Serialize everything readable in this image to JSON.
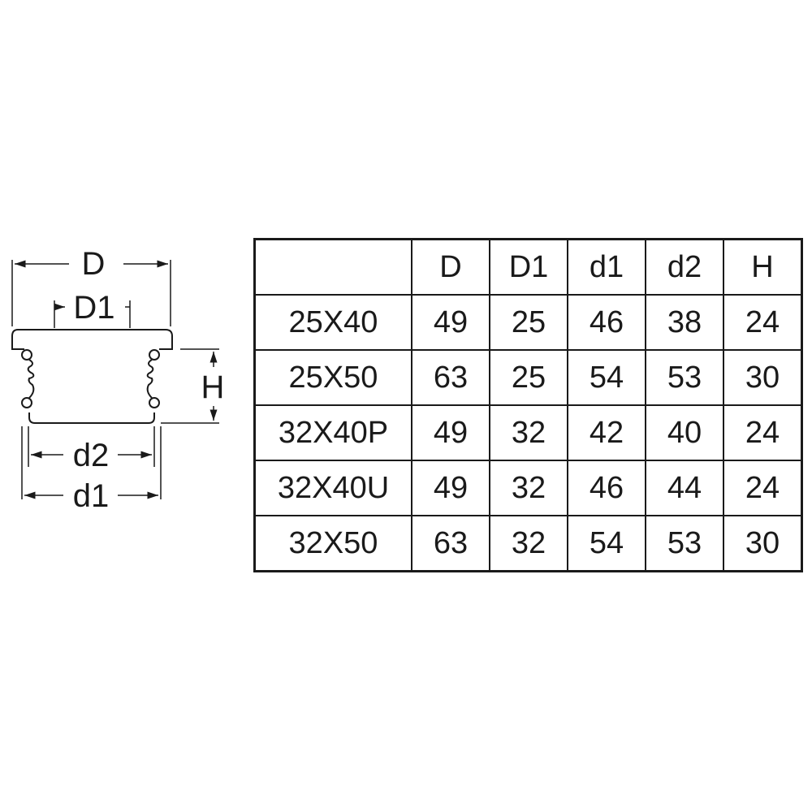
{
  "diagram": {
    "labels": {
      "D": "D",
      "D1": "D1",
      "H": "H",
      "d2": "d2",
      "d1": "d1"
    }
  },
  "table": {
    "headers": [
      "",
      "D",
      "D1",
      "d1",
      "d2",
      "H"
    ],
    "rows": [
      {
        "model": "25X40",
        "values": [
          "49",
          "25",
          "46",
          "38",
          "24"
        ]
      },
      {
        "model": "25X50",
        "values": [
          "63",
          "25",
          "54",
          "53",
          "30"
        ]
      },
      {
        "model": "32X40P",
        "values": [
          "49",
          "32",
          "42",
          "40",
          "24"
        ]
      },
      {
        "model": "32X40U",
        "values": [
          "49",
          "32",
          "46",
          "44",
          "24"
        ]
      },
      {
        "model": "32X50",
        "values": [
          "63",
          "32",
          "54",
          "53",
          "30"
        ]
      }
    ]
  }
}
